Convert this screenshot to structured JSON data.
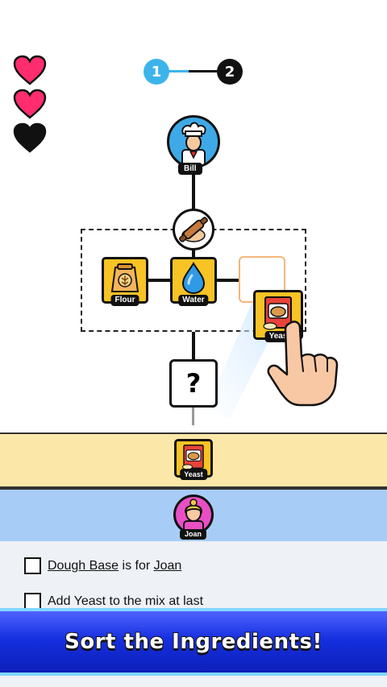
{
  "lives": {
    "total": 3,
    "remaining": 2,
    "colors": {
      "full": "#ff2d6f",
      "empty": "#111111"
    }
  },
  "progress": {
    "steps": [
      "1",
      "2"
    ],
    "current": 1
  },
  "chef": {
    "name": "Bill"
  },
  "tool": {
    "icon": "rolling-pin-icon"
  },
  "ingredients": [
    {
      "label": "Flour",
      "icon": "flour-sack-icon"
    },
    {
      "label": "Water",
      "icon": "water-drop-icon"
    }
  ],
  "dragged_item": {
    "label": "Yeas",
    "icon": "yeast-packet-icon"
  },
  "result": {
    "symbol": "?"
  },
  "bands": {
    "ingredient": {
      "label": "Yeast",
      "color": "#fbe7a8"
    },
    "person": {
      "name": "Joan",
      "color": "#a7cdf7"
    }
  },
  "tasks": [
    {
      "parts": [
        {
          "t": "Dough Base",
          "u": true
        },
        {
          "t": " is for ",
          "u": false
        },
        {
          "t": "Joan",
          "u": true
        }
      ],
      "checked": false
    },
    {
      "parts": [
        {
          "t": "Add Yeast to the mix at last",
          "u": false
        }
      ],
      "checked": false
    }
  ],
  "banner": {
    "text": "Sort the Ingredients!"
  }
}
